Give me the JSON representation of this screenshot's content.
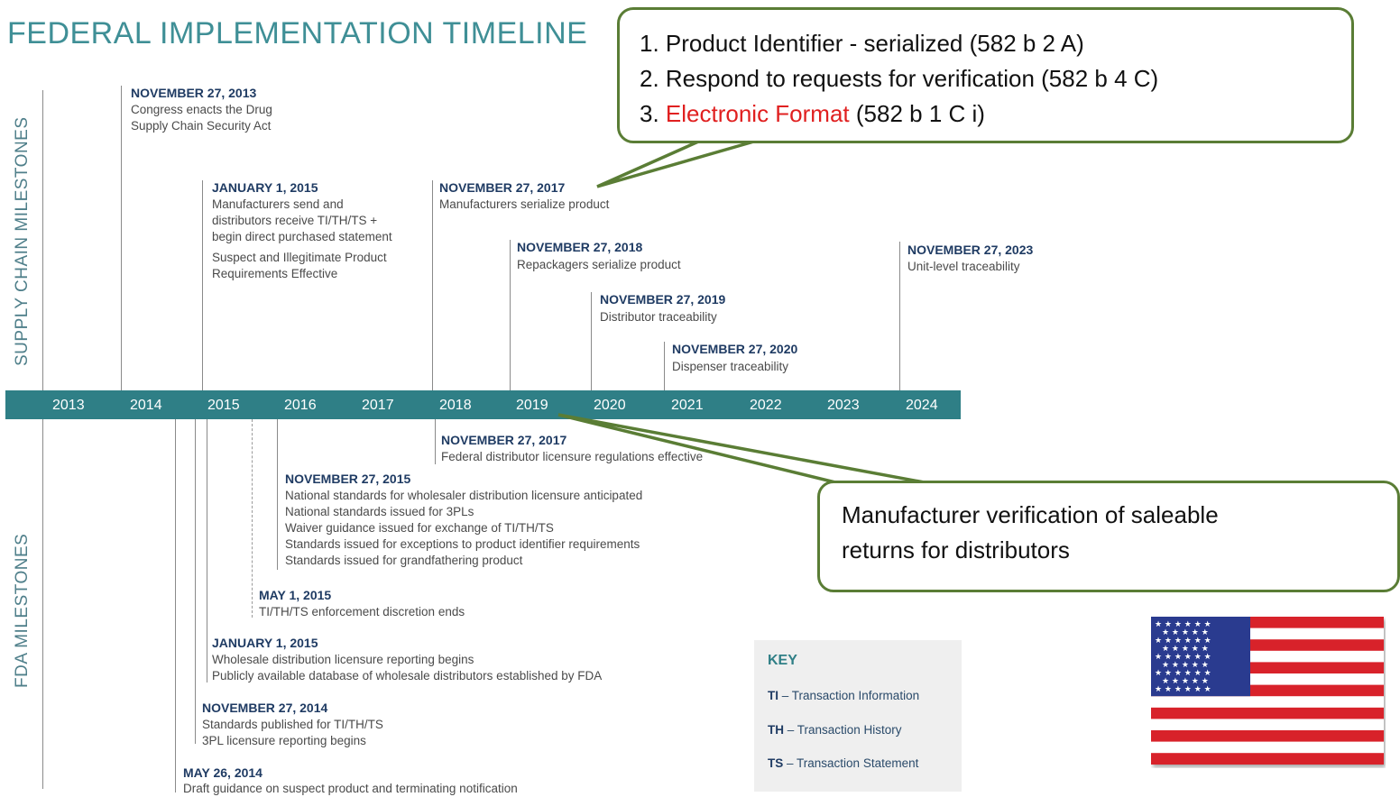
{
  "title": "FEDERAL IMPLEMENTATION TIMELINE",
  "supply_chain_label": "SUPPLY CHAIN MILESTONES",
  "fda_label": "FDA MILESTONES",
  "years": [
    "2013",
    "2014",
    "2015",
    "2016",
    "2017",
    "2018",
    "2019",
    "2020",
    "2021",
    "2022",
    "2023",
    "2024"
  ],
  "supply_chain": [
    {
      "date": "NOVEMBER 27, 2013",
      "lines": [
        "Congress enacts the Drug",
        "Supply Chain Security Act"
      ]
    },
    {
      "date": "JANUARY 1, 2015",
      "lines": [
        "Manufacturers send and",
        "distributors receive TI/TH/TS +",
        "begin direct purchased statement"
      ],
      "extra_lines": [
        "Suspect and Illegitimate Product",
        "Requirements Effective"
      ]
    },
    {
      "date": "NOVEMBER 27, 2017",
      "lines": [
        "Manufacturers serialize product"
      ]
    },
    {
      "date": "NOVEMBER 27, 2018",
      "lines": [
        "Repackagers serialize product"
      ]
    },
    {
      "date": "NOVEMBER 27, 2019",
      "lines": [
        "Distributor traceability"
      ]
    },
    {
      "date": "NOVEMBER 27, 2020",
      "lines": [
        "Dispenser traceability"
      ]
    },
    {
      "date": "NOVEMBER 27, 2023",
      "lines": [
        "Unit-level traceability"
      ]
    }
  ],
  "fda": [
    {
      "date": "NOVEMBER 27, 2017",
      "lines": [
        "Federal distributor licensure regulations effective"
      ]
    },
    {
      "date": "NOVEMBER 27, 2015",
      "lines": [
        "National standards for wholesaler distribution licensure anticipated",
        "National standards issued for 3PLs",
        "Waiver guidance issued for exchange of TI/TH/TS",
        "Standards issued for exceptions to product identifier requirements",
        "Standards issued for grandfathering product"
      ]
    },
    {
      "date": "MAY 1, 2015",
      "lines": [
        "TI/TH/TS enforcement discretion ends"
      ]
    },
    {
      "date": "JANUARY 1, 2015",
      "lines": [
        "Wholesale distribution licensure reporting begins",
        "Publicly available database of wholesale distributors established by FDA"
      ]
    },
    {
      "date": "NOVEMBER 27, 2014",
      "lines": [
        "Standards published for TI/TH/TS",
        "3PL licensure reporting begins"
      ]
    },
    {
      "date": "MAY 26, 2014",
      "lines": [
        "Draft guidance on suspect product and terminating notification"
      ]
    }
  ],
  "callout_top": {
    "line1": "1. Product Identifier - serialized (582 b 2 A)",
    "line2": "2. Respond to requests for verification (582 b 4 C)",
    "line3_prefix": "3. ",
    "line3_red": "Electronic Format",
    "line3_suffix": " (582 b 1 C i)",
    "border_color": "#5a7d35"
  },
  "callout_bottom": {
    "line1": "Manufacturer verification of saleable",
    "line2": "returns for distributors"
  },
  "key": {
    "title": "KEY",
    "rows": [
      {
        "abbr": "TI",
        "text": " – Transaction Information"
      },
      {
        "abbr": "TH",
        "text": " – Transaction History"
      },
      {
        "abbr": "TS",
        "text": " – Transaction Statement"
      }
    ]
  },
  "colors": {
    "teal": "#2f7f86",
    "navy": "#1f3b63",
    "callout_green": "#5a7d35",
    "highlight_red": "#e02020"
  },
  "flag_icon": "us-flag-icon"
}
